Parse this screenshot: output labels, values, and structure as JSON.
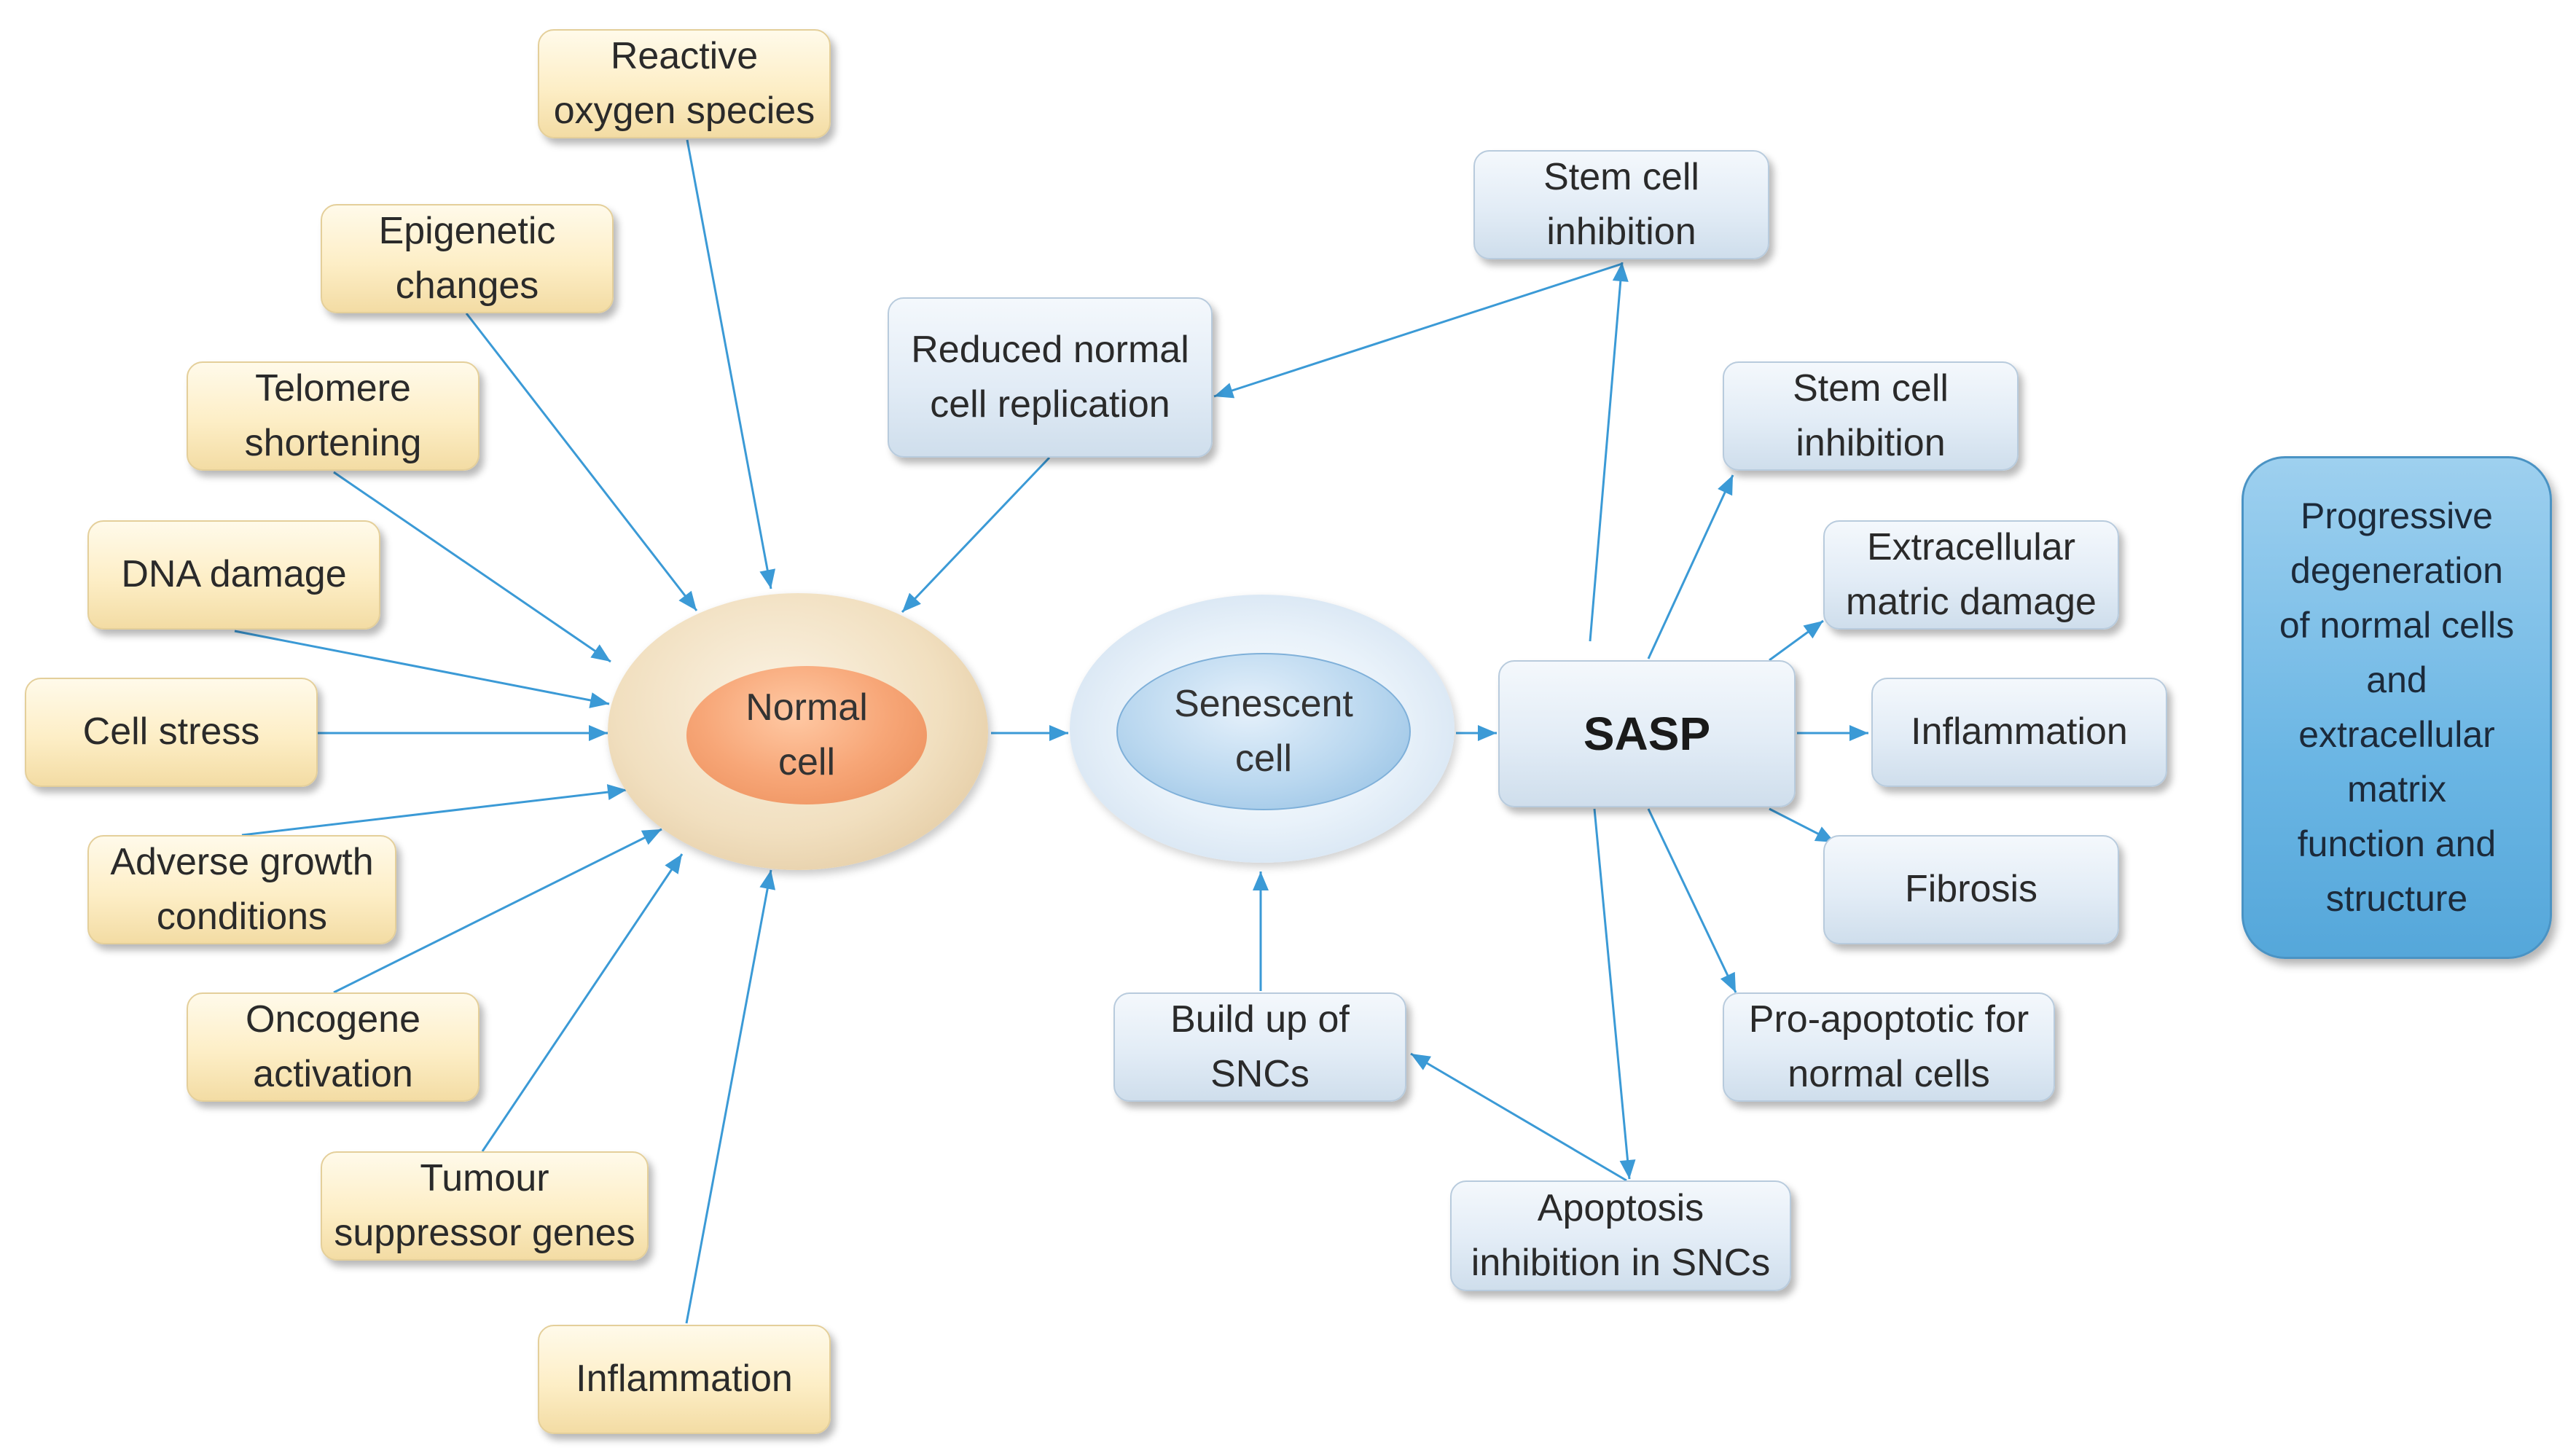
{
  "colors": {
    "cause_fill": "#fdeec6",
    "effect_fill": "#e2ecf6",
    "normal_cell_outer": "#f1dfbf",
    "normal_cell_inner": "#f7a677",
    "senescent_cell_inner": "#b9d7ef",
    "arrow": "#3b9ad6",
    "outcome_fill": "#6bb6e4"
  },
  "causes": {
    "reactive_oxygen": "Reactive\noxygen species",
    "epigenetic": "Epigenetic\nchanges",
    "telomere": "Telomere\nshortening",
    "dna_damage": "DNA damage",
    "cell_stress": "Cell stress",
    "adverse_growth": "Adverse growth\nconditions",
    "oncogene": "Oncogene\nactivation",
    "tumour_suppressor": "Tumour\nsuppressor genes",
    "inflammation": "Inflammation"
  },
  "cells": {
    "normal": "Normal\ncell",
    "senescent": "Senescent\ncell"
  },
  "sasp": "SASP",
  "effects": {
    "stem_cell_inhibition_top": "Stem cell\ninhibition",
    "reduced_replication": "Reduced normal\ncell replication",
    "stem_cell_inhibition_right": "Stem cell\ninhibition",
    "ecm_damage": "Extracellular\nmatric damage",
    "inflammation": "Inflammation",
    "fibrosis": "Fibrosis",
    "pro_apoptotic": "Pro-apoptotic for\nnormal cells",
    "apoptosis_inhibition": "Apoptosis\ninhibition in SNCs",
    "build_up": "Build up of\nSNCs"
  },
  "outcome": "Progressive\ndegeneration\nof normal cells\nand\nextracellular\nmatrix\nfunction and\nstructure"
}
